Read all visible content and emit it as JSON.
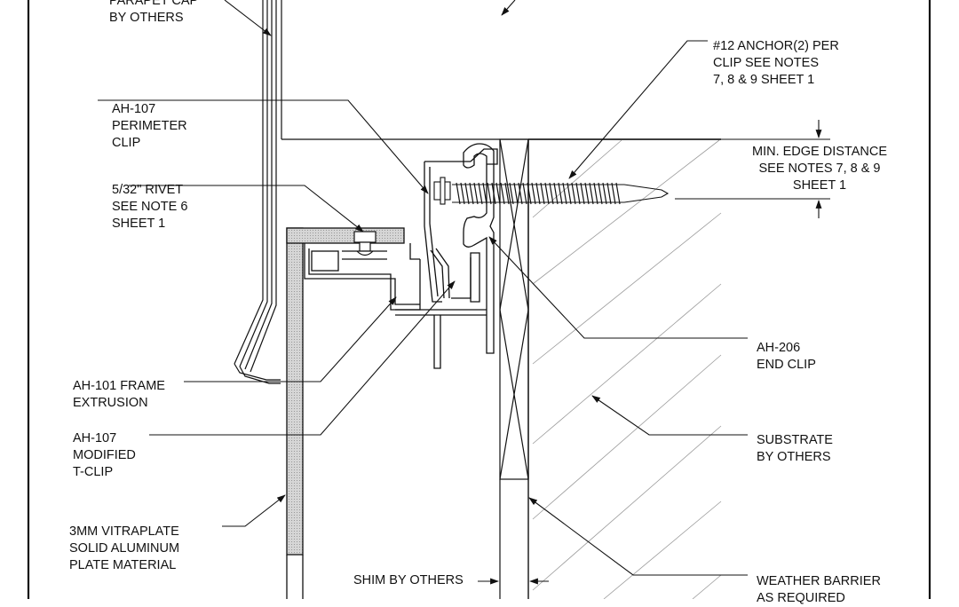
{
  "labels": {
    "parapet_cap": [
      "PARAPET CAP",
      "BY OTHERS"
    ],
    "perimeter_clip": [
      "AH-107",
      "PERIMETER",
      "CLIP"
    ],
    "rivet": [
      "5/32\" RIVET",
      "SEE NOTE 6",
      "SHEET 1"
    ],
    "frame_extrusion": [
      "AH-101 FRAME",
      "EXTRUSION"
    ],
    "modified_tclip": [
      "AH-107",
      "MODIFIED",
      "T-CLIP"
    ],
    "vitraplate": [
      "3MM VITRAPLATE",
      "SOLID ALUMINUM",
      "PLATE MATERIAL"
    ],
    "shim": [
      "SHIM BY OTHERS"
    ],
    "anchor": [
      "#12 ANCHOR(2) PER",
      "CLIP SEE NOTES",
      "7, 8 & 9 SHEET 1"
    ],
    "edge_distance": [
      "MIN. EDGE DISTANCE",
      "SEE NOTES 7, 8 & 9",
      "SHEET 1"
    ],
    "end_clip": [
      "AH-206",
      "END CLIP"
    ],
    "substrate": [
      "SUBSTRATE",
      "BY OTHERS"
    ],
    "weather_barrier": [
      "WEATHER BARRIER",
      "AS REQUIRED"
    ]
  },
  "colors": {
    "line": "#111111",
    "fill_gray": "#cfcfcf",
    "hatch": "#9a9a9a"
  }
}
